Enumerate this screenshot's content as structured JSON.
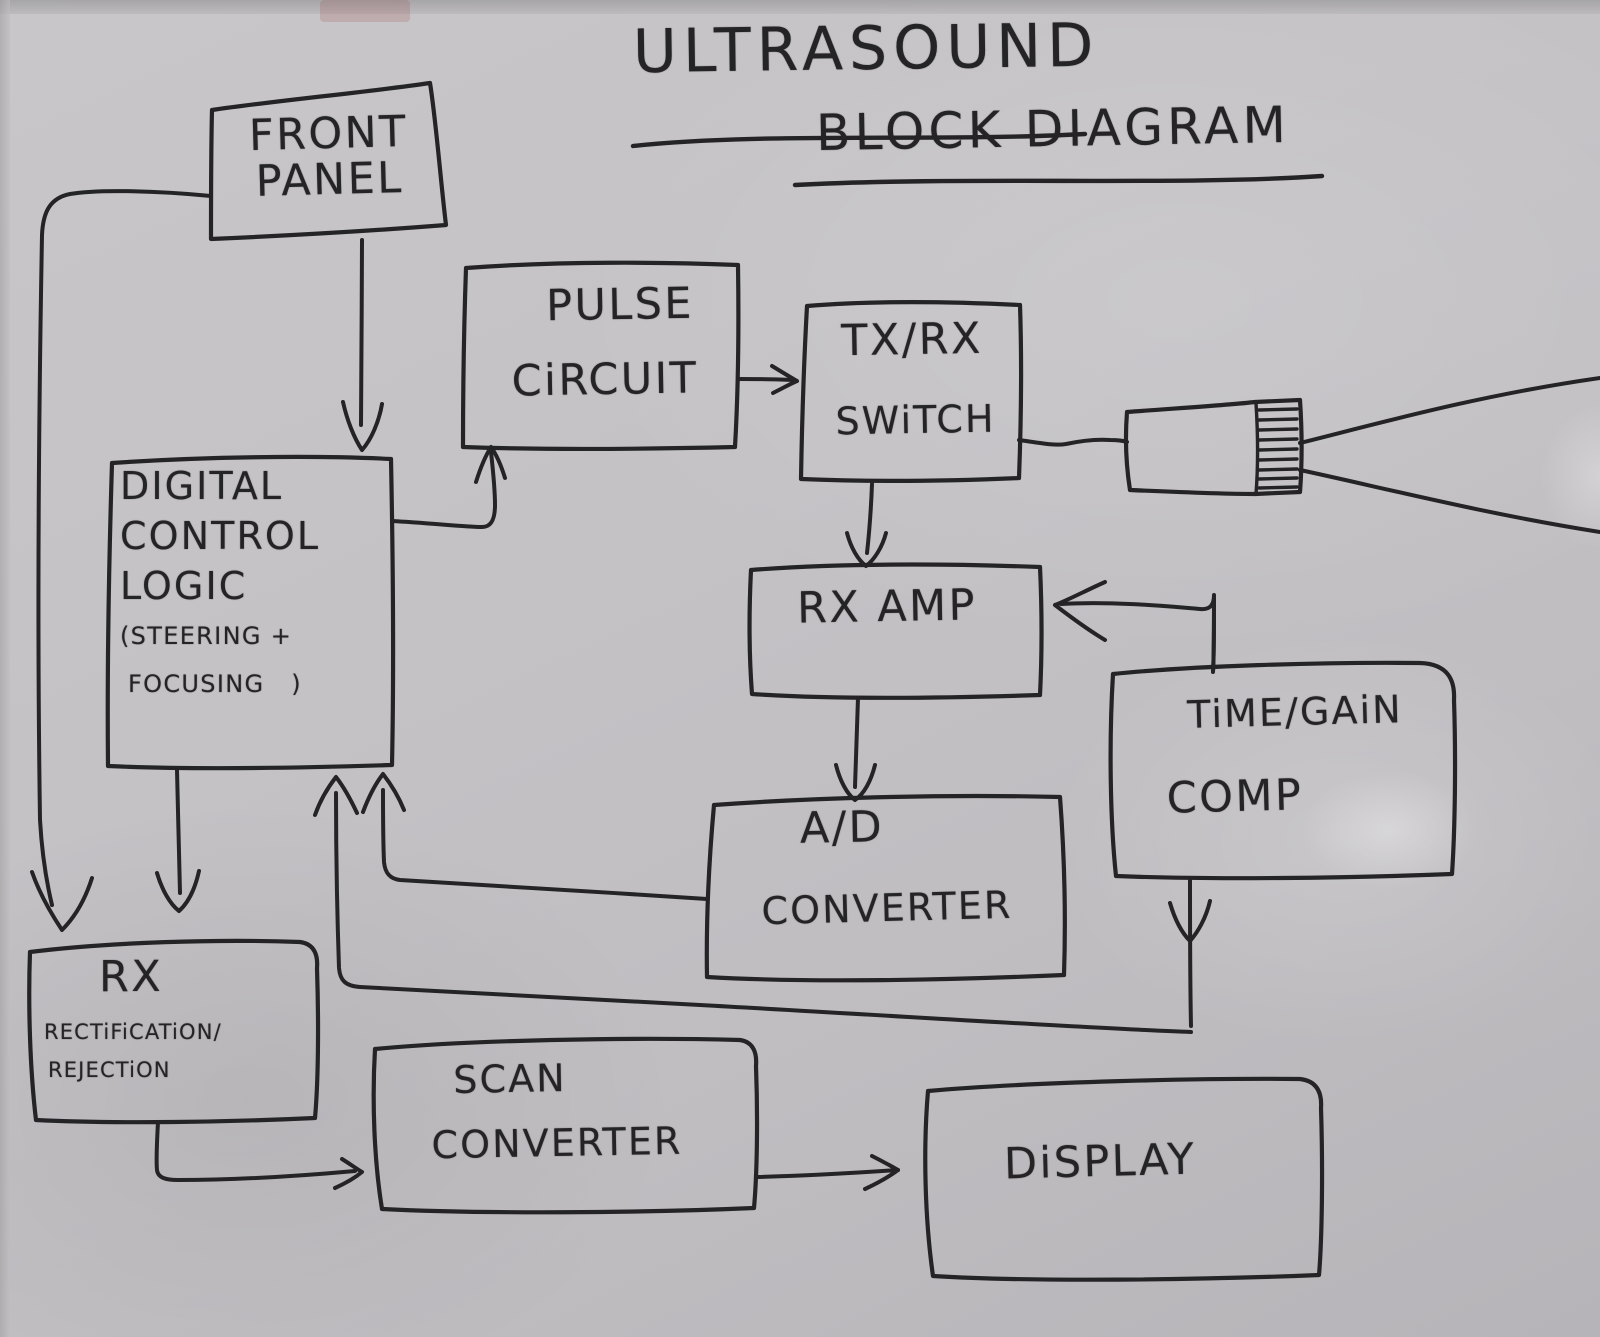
{
  "title": {
    "line1": "ULTRASOUND",
    "line2": "BLOCK DIAGRAM"
  },
  "blocks": {
    "front_panel": "FRONT\nPANEL",
    "digital_control_logic_l1": "DIGITAL",
    "digital_control_logic_l2": "CONTROL",
    "digital_control_logic_l3": "LOGIC",
    "digital_control_logic_l4": "(STEERING +",
    "digital_control_logic_l5": "FOCUSING   )",
    "pulse_circuit_l1": "PULSE",
    "pulse_circuit_l2": "CiRCUIT",
    "txrx_switch_l1": "TX/RX",
    "txrx_switch_l2": "SWiTCH",
    "rx_amp": "RX AMP",
    "time_gain_comp_l1": "TiME/GAiN",
    "time_gain_comp_l2": "COMP",
    "ad_converter_l1": "A/D",
    "ad_converter_l2": "CONVERTER",
    "rx_rect_l1": "RX",
    "rx_rect_l2": "RECTiFiCATiON/",
    "rx_rect_l3": "REJECTiON",
    "scan_converter_l1": "SCAN",
    "scan_converter_l2": "CONVERTER",
    "display": "DiSPLAY",
    "transducer": ""
  },
  "colors": {
    "ink": "#242326",
    "board": "#c4c2c5"
  },
  "diagram": {
    "type": "block-diagram",
    "nodes": [
      "FRONT PANEL",
      "DIGITAL CONTROL LOGIC (STEERING + FOCUSING)",
      "PULSE CIRCUIT",
      "TX/RX SWITCH",
      "TRANSDUCER PROBE",
      "RX AMP",
      "TIME/GAIN COMP",
      "A/D CONVERTER",
      "RX RECTIFICATION/REJECTION",
      "SCAN CONVERTER",
      "DISPLAY"
    ],
    "edges": [
      "FRONT PANEL -> DIGITAL CONTROL LOGIC",
      "FRONT PANEL -> RX RECTIFICATION/REJECTION",
      "DIGITAL CONTROL LOGIC -> PULSE CIRCUIT",
      "DIGITAL CONTROL LOGIC -> RX RECTIFICATION/REJECTION",
      "PULSE CIRCUIT -> TX/RX SWITCH",
      "TX/RX SWITCH -> TRANSDUCER PROBE",
      "TX/RX SWITCH -> RX AMP",
      "TIME/GAIN COMP -> RX AMP",
      "RX AMP -> A/D CONVERTER",
      "A/D CONVERTER -> DIGITAL CONTROL LOGIC",
      "TIME/GAIN COMP -> DIGITAL CONTROL LOGIC",
      "RX RECTIFICATION/REJECTION -> SCAN CONVERTER",
      "SCAN CONVERTER -> DISPLAY"
    ]
  }
}
